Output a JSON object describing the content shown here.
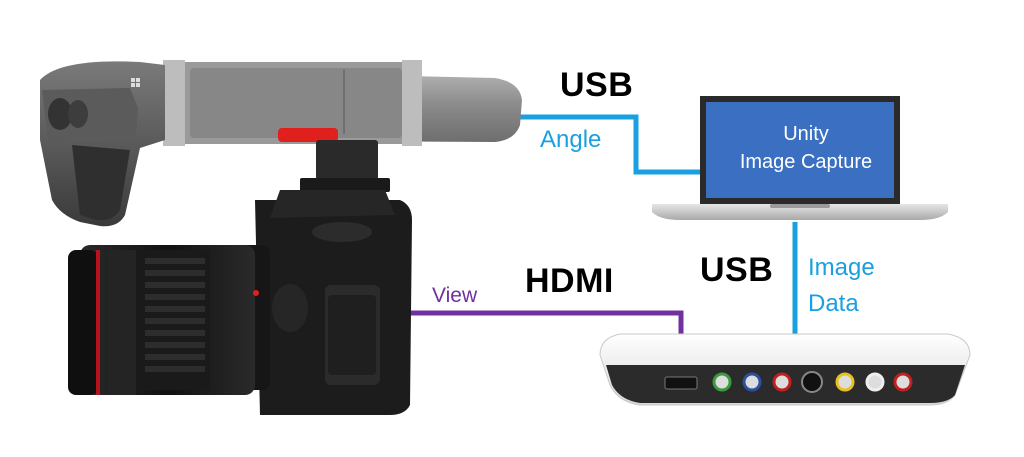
{
  "labels": {
    "usb_top": "USB",
    "angle": "Angle",
    "laptop_line1": "Unity",
    "laptop_line2": "Image Capture",
    "usb_mid": "USB",
    "image": "Image",
    "data": "Data",
    "hdmi": "HDMI",
    "view": "View"
  },
  "colors": {
    "usb_cable": "#1aa0e0",
    "hdmi_cable": "#7030a0",
    "laptop_screen": "#3a6fc1",
    "headset_band": "#8c8c8c",
    "camera_body": "#1c1c1c",
    "capture_box": "#f2f2f2"
  },
  "icons": [
    "hololens-headset-icon",
    "dslr-camera-icon",
    "laptop-icon",
    "capture-device-icon"
  ]
}
